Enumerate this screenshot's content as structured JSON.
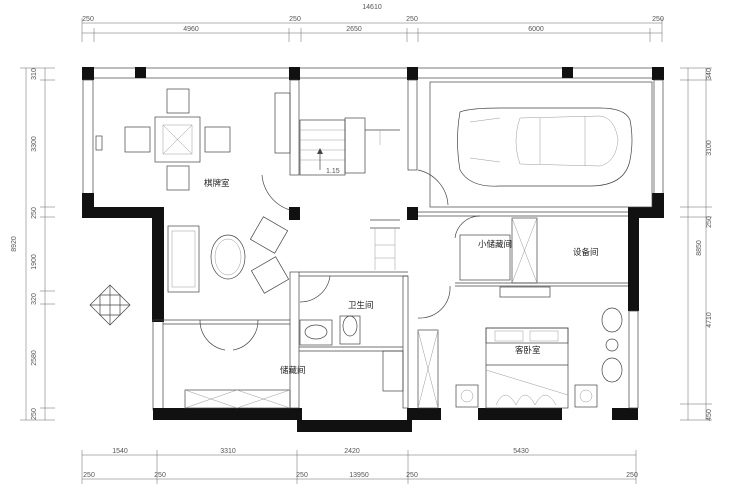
{
  "dimensions": {
    "top_total": "14610",
    "top_segments": [
      "250",
      "4960",
      "250",
      "2650",
      "250",
      "6000",
      "250"
    ],
    "bottom_total": "13950",
    "bottom_upper": [
      "1540",
      "3310",
      "2420",
      "5430"
    ],
    "bottom_lower": [
      "250",
      "250",
      "250",
      "250",
      "250"
    ],
    "left_total": "8920",
    "left_segments": [
      "310",
      "3300",
      "250",
      "1900",
      "320",
      "2580",
      "250"
    ],
    "right_total": "8850",
    "right_segments": [
      "340",
      "3100",
      "250",
      "4710",
      "450"
    ]
  },
  "rooms": {
    "chess_room": "棋牌室",
    "storage_room_small": "小储藏间",
    "equipment_room": "设备间",
    "bathroom": "卫生间",
    "storage_room": "储藏间",
    "guest_bedroom": "客卧室"
  },
  "stair_label": "1.15"
}
